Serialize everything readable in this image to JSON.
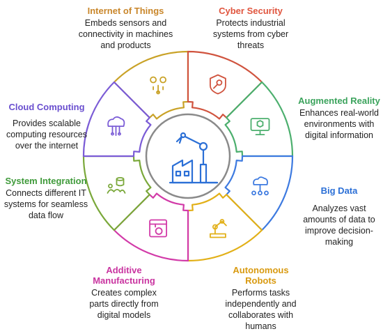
{
  "center": {
    "icon": "factory-robot-arm-icon"
  },
  "segments": [
    {
      "title": "Internet of Things",
      "desc": "Embeds sensors and connectivity in machines and products",
      "color": "#c9a227",
      "title_color": "#c9862a",
      "icon": "gears-network-icon"
    },
    {
      "title": "Cyber Security",
      "desc": "Protects industrial systems from cyber threats",
      "color": "#d0533e",
      "title_color": "#e0553e",
      "icon": "shield-key-icon"
    },
    {
      "title": "Augmented Reality",
      "desc": "Enhances real-world environments with digital information",
      "color": "#4caf6e",
      "title_color": "#3ba35c",
      "icon": "ar-monitor-cube-icon"
    },
    {
      "title": "Big Data",
      "desc": "Analyzes vast amounts of data to improve decision-making",
      "color": "#3d7ae0",
      "title_color": "#2b6fd6",
      "icon": "cloud-network-icon"
    },
    {
      "title": "Autonomous Robots",
      "desc": "Performs tasks independently and collaborates with humans",
      "color": "#e2b018",
      "title_color": "#d99a10",
      "icon": "robot-arm-icon"
    },
    {
      "title": "Additive Manufacturing",
      "desc": "Creates complex parts directly from digital models",
      "color": "#d23aa8",
      "title_color": "#c934a0",
      "icon": "3d-printer-icon"
    },
    {
      "title": "System Integration",
      "desc": "Connects different IT systems for seamless data flow",
      "color": "#7aa83a",
      "title_color": "#3f9a3a",
      "icon": "database-link-icon"
    },
    {
      "title": "Cloud Computing",
      "desc": "Provides scalable computing resources over the internet",
      "color": "#7b5cd6",
      "title_color": "#6a4fcf",
      "icon": "cloud-circuit-icon"
    }
  ]
}
